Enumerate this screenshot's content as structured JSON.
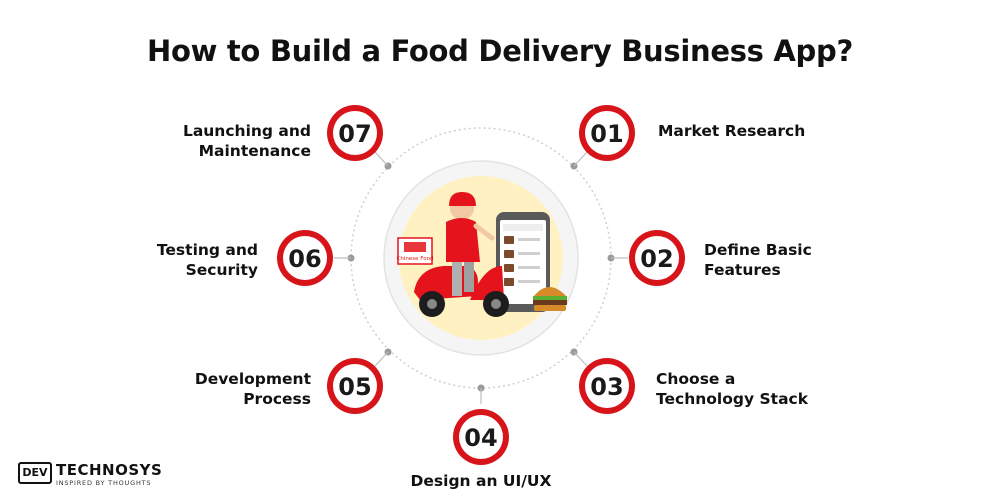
{
  "title": "How to Build a Food Delivery Business App?",
  "accent_color": "#d7141a",
  "steps": [
    {
      "number": "01",
      "lines": [
        "Market Research"
      ]
    },
    {
      "number": "02",
      "lines": [
        "Define Basic",
        "Features"
      ]
    },
    {
      "number": "03",
      "lines": [
        "Choose a",
        "Technology Stack"
      ]
    },
    {
      "number": "04",
      "lines": [
        "Design an UI/UX"
      ]
    },
    {
      "number": "05",
      "lines": [
        "Development",
        "Process"
      ]
    },
    {
      "number": "06",
      "lines": [
        "Testing and",
        "Security"
      ]
    },
    {
      "number": "07",
      "lines": [
        "Launching and",
        "Maintenance"
      ]
    }
  ],
  "illustration": {
    "icon": "delivery-scooter-phone-illustration",
    "box_text": "Chinese Food"
  },
  "logo": {
    "mark": "DEV",
    "brand": "TECHNOSYS",
    "tagline": "INSPIRED BY THOUGHTS"
  }
}
